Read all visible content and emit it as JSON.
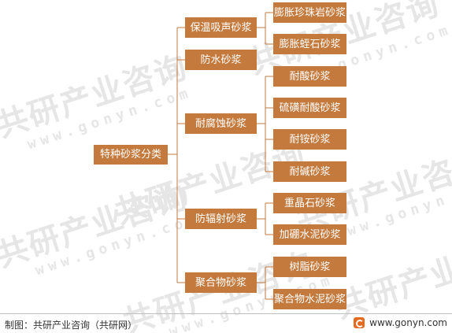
{
  "colors": {
    "box_fill": "#c47a3d",
    "connector": "#c47a3d",
    "watermark": "#e6e6e6"
  },
  "watermark": {
    "cn_text": "共研产业咨询",
    "en_text": "www.gonyn.com"
  },
  "diagram": {
    "root": "特种砂浆分类",
    "categories": [
      {
        "label": "保温吸声砂浆",
        "children": [
          "膨胀珍珠岩砂浆",
          "膨胀蛭石砂浆"
        ]
      },
      {
        "label": "防水砂浆",
        "children": []
      },
      {
        "label": "耐腐蚀砂浆",
        "children": [
          "耐酸砂浆",
          "硫磺耐酸砂浆",
          "耐铵砂浆",
          "耐碱砂浆"
        ]
      },
      {
        "label": "防辐射砂浆",
        "children": [
          "重晶石砂浆",
          "加硼水泥砂浆"
        ]
      },
      {
        "label": "聚合物砂浆",
        "children": [
          "树脂砂浆",
          "聚合物水泥砂浆"
        ]
      }
    ]
  },
  "footer": {
    "source": "制图：共研产业咨询（共研网）",
    "website": "www.gonyn.com",
    "logo_icon": "gonyn-logo-icon"
  }
}
